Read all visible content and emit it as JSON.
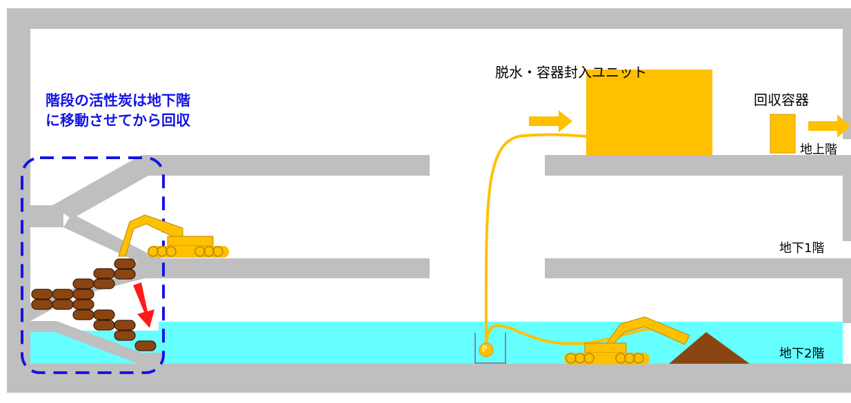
{
  "note": {
    "line1": "階段の活性炭は地下階",
    "line2": "に移動させてから回収"
  },
  "labels": {
    "unit": "脱水・容器封入ユニット",
    "container": "回収容器",
    "floor_ground": "地上階",
    "floor_b1": "地下1階",
    "floor_b2": "地下2階",
    "pump": "P"
  },
  "colors": {
    "wall": "#bfbfbf",
    "water": "#66ffff",
    "equipment": "#ffc000",
    "bag": "#8b4513",
    "bag_outline": "#3b1a06",
    "arrow_red": "#ff1a1a",
    "dash_blue": "#1414e6"
  }
}
